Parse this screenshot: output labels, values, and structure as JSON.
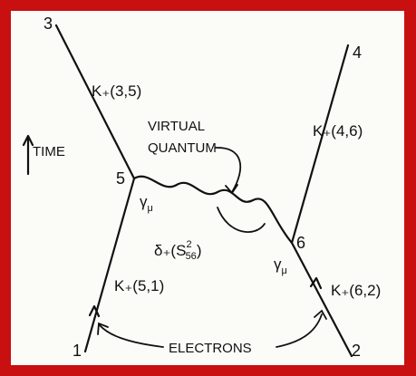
{
  "colors": {
    "border": "#c81010",
    "outer": "#000000",
    "paper": "#fbfbf8",
    "ink": "#111111"
  },
  "vertices": {
    "v1": "1",
    "v2": "2",
    "v3": "3",
    "v4": "4",
    "v5": "5",
    "v6": "6"
  },
  "propagators": {
    "k35": "K₊(3,5)",
    "k46": "K₊(4,6)",
    "k51": "K₊(5,1)",
    "k62": "K₊(6,2)"
  },
  "labels": {
    "time": "TIME",
    "virtual": "VIRTUAL",
    "quantum": "QUANTUM",
    "electrons": "ELECTRONS",
    "gamma": "γ",
    "mu": "μ",
    "delta_prefix": "δ₊(S",
    "delta_sup": "2",
    "delta_sub": "56",
    "delta_suffix": ")"
  }
}
